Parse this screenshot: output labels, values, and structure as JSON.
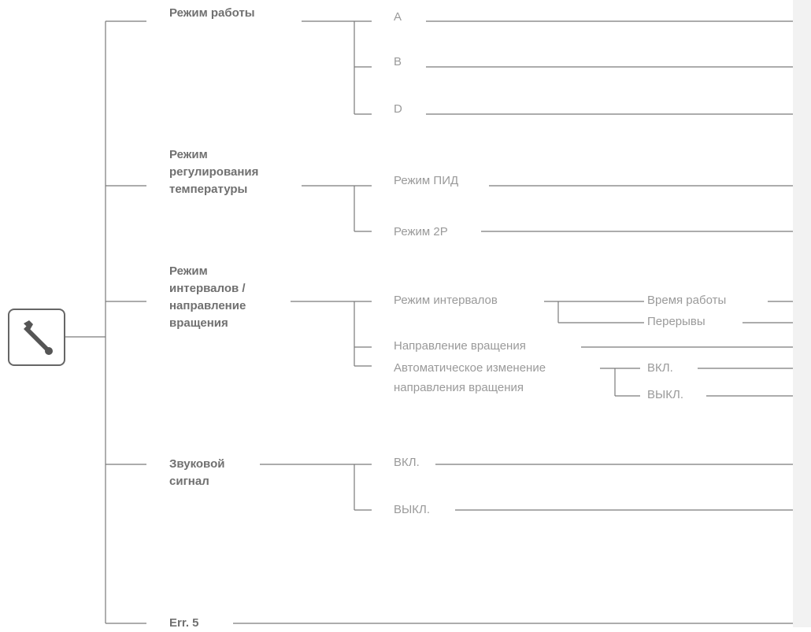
{
  "menu": {
    "icon": "wrench-icon",
    "categories": {
      "operating_mode": "Режим работы",
      "temp_control": [
        "Режим",
        "регулирования",
        "температуры"
      ],
      "interval_direction": [
        "Режим",
        "интервалов /",
        "направление",
        "вращения"
      ],
      "sound_signal": [
        "Звуковой",
        "сигнал"
      ],
      "error": "Err. 5"
    },
    "operating_mode_options": [
      "A",
      "B",
      "D"
    ],
    "temp_control_options": [
      "Режим ПИД",
      "Режим 2P"
    ],
    "interval_options": {
      "interval_mode": "Режим интервалов",
      "interval_sub": [
        "Время работы",
        "Перерывы"
      ],
      "rotation_direction": "Направление вращения",
      "auto_change": [
        "Автоматическое изменение",
        "направления вращения"
      ],
      "auto_change_sub": [
        "ВКЛ.",
        "ВЫКЛ."
      ]
    },
    "sound_options": [
      "ВКЛ.",
      "ВЫКЛ."
    ]
  },
  "colors": {
    "line": "#7a7a7a",
    "category_text": "#707070",
    "option_text": "#9a9a9a",
    "right_band": "#f2f2f2"
  }
}
